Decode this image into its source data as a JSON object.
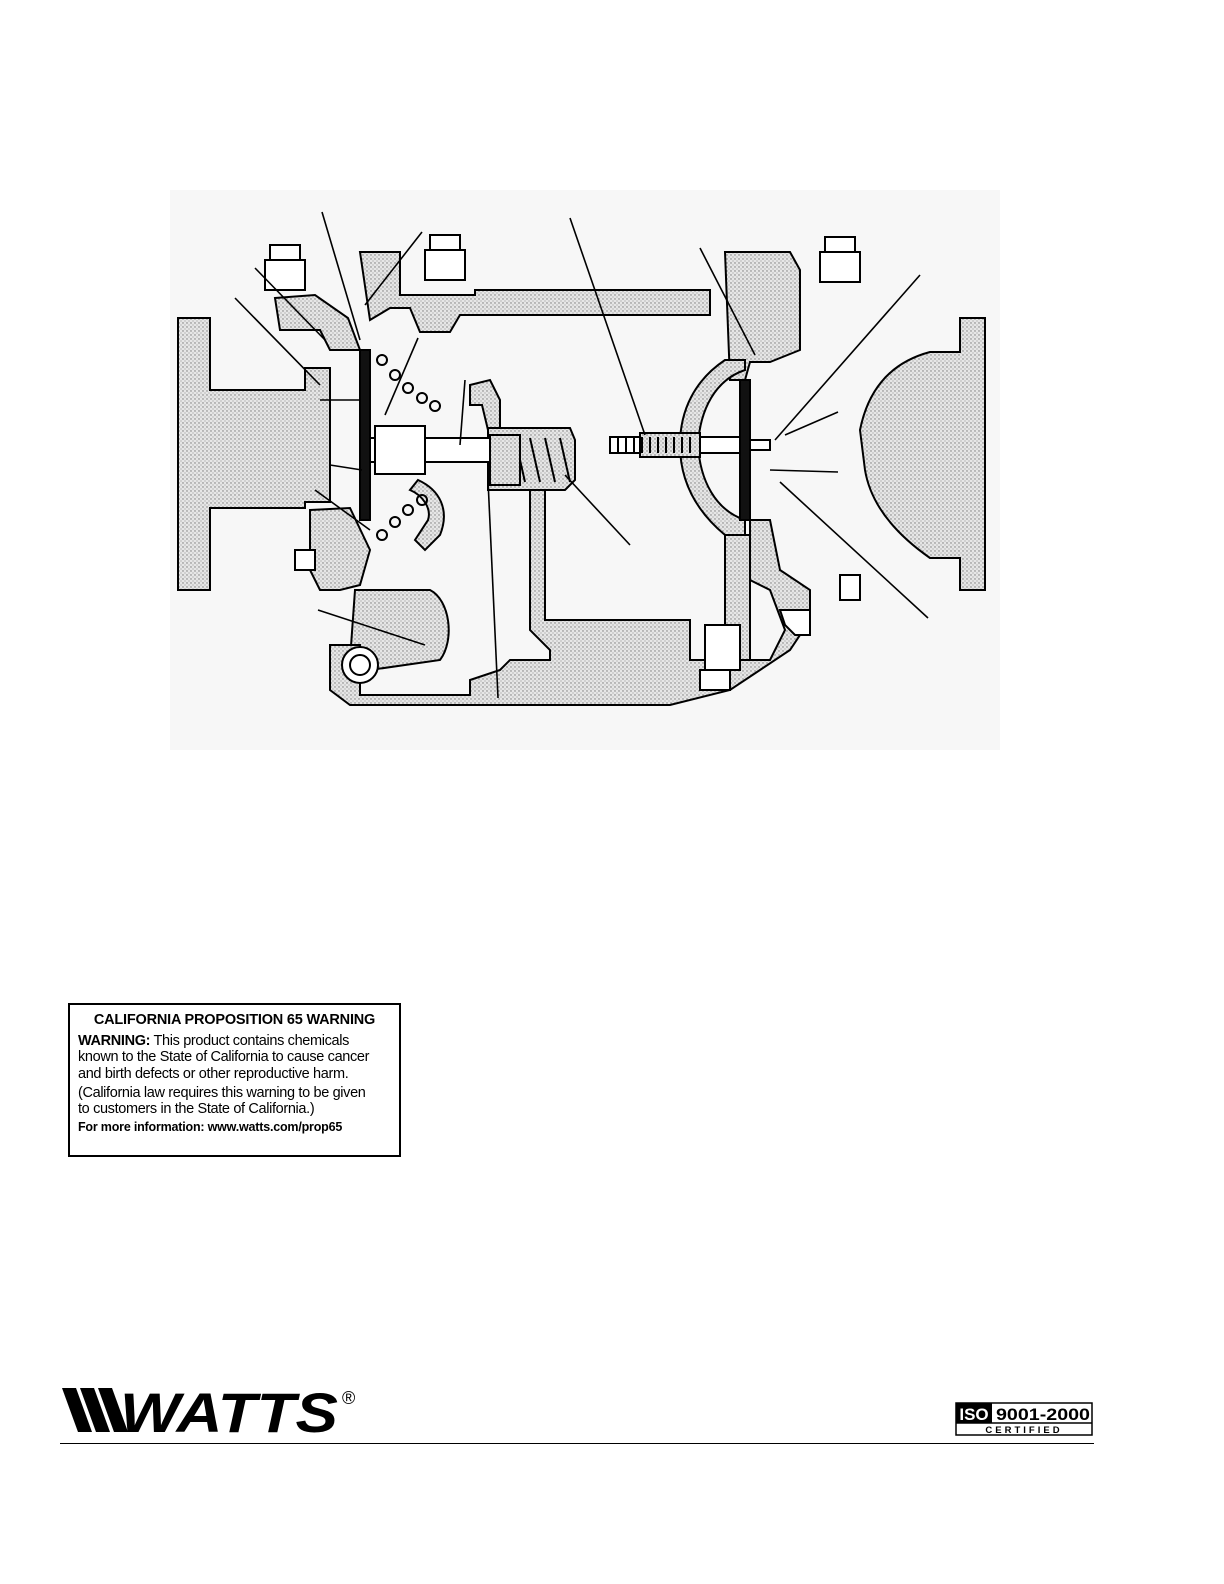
{
  "warning": {
    "title": "CALIFORNIA PROPOSITION 65 WARNING",
    "label": "WARNING:",
    "body_line1": "This product contains chemicals",
    "body_line2": "known to the State of California to cause cancer",
    "body_line3": "and birth defects or other reproductive harm.",
    "note_line1": "(California law requires this warning to be given",
    "note_line2": "to customers in the State of California.)",
    "more_info": "For more information: www.watts.com/prop65"
  },
  "logo": {
    "wordmark": "WATTS",
    "registered": "®"
  },
  "iso": {
    "prefix": "ISO",
    "standard": "9001-2000",
    "certified": "CERTIFIED"
  },
  "colors": {
    "ink": "#000000",
    "stipple": "#c8c8c8",
    "paper": "#ffffff"
  }
}
